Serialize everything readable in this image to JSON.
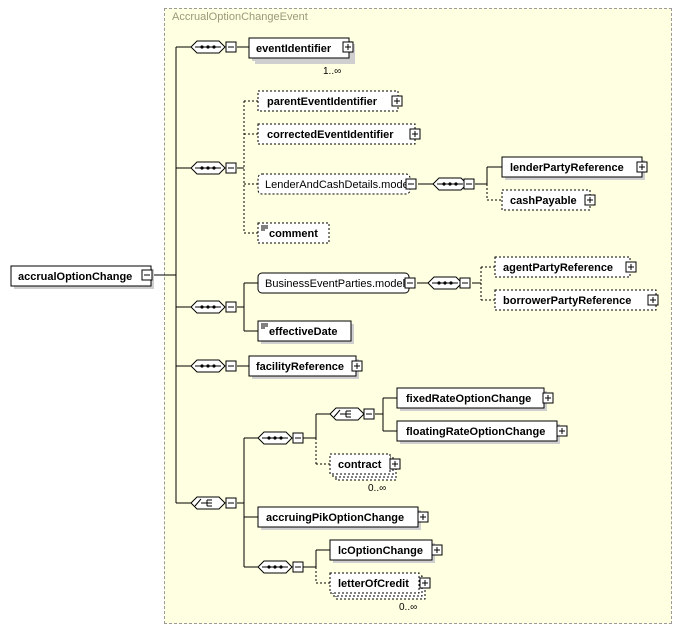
{
  "group": {
    "title": "AccrualOptionChangeEvent"
  },
  "root": {
    "label": "accrualOptionChange"
  },
  "elements": {
    "eventIdentifier": "eventIdentifier",
    "eventIdentifier_card": "1..∞",
    "parentEventIdentifier": "parentEventIdentifier",
    "correctedEventIdentifier": "correctedEventIdentifier",
    "lenderAndCashDetails": "LenderAndCashDetails.model",
    "lenderPartyReference": "lenderPartyReference",
    "cashPayable": "cashPayable",
    "comment": "comment",
    "businessEventParties": "BusinessEventParties.model",
    "agentPartyReference": "agentPartyReference",
    "borrowerPartyReference": "borrowerPartyReference",
    "effectiveDate": "effectiveDate",
    "facilityReference": "facilityReference",
    "fixedRateOptionChange": "fixedRateOptionChange",
    "floatingRateOptionChange": "floatingRateOptionChange",
    "contract": "contract",
    "contract_card": "0..∞",
    "accruingPikOptionChange": "accruingPikOptionChange",
    "lcOptionChange": "lcOptionChange",
    "letterOfCredit": "letterOfCredit",
    "letterOfCredit_card": "0..∞"
  },
  "icons": [
    "sequence-compositor-icon",
    "choice-compositor-icon",
    "expand-icon",
    "collapse-icon",
    "text-content-icon"
  ]
}
